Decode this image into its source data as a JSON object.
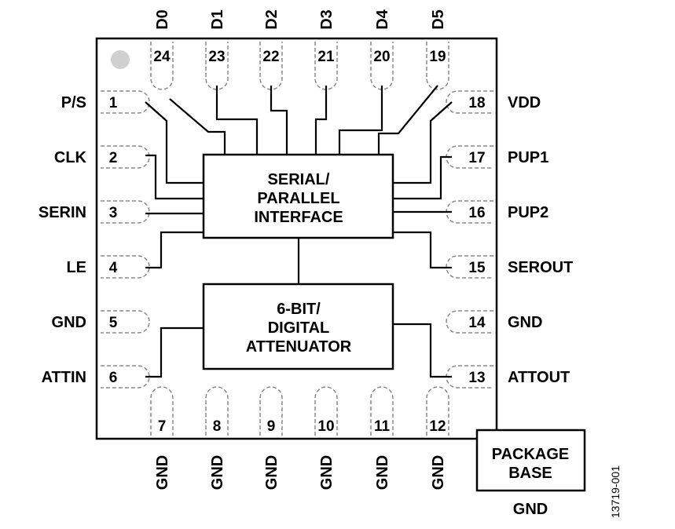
{
  "pins_top": [
    {
      "num": "24",
      "name": "D0"
    },
    {
      "num": "23",
      "name": "D1"
    },
    {
      "num": "22",
      "name": "D2"
    },
    {
      "num": "21",
      "name": "D3"
    },
    {
      "num": "20",
      "name": "D4"
    },
    {
      "num": "19",
      "name": "D5"
    }
  ],
  "pins_left": [
    {
      "num": "1",
      "name": "P/S"
    },
    {
      "num": "2",
      "name": "CLK"
    },
    {
      "num": "3",
      "name": "SERIN"
    },
    {
      "num": "4",
      "name": "LE"
    },
    {
      "num": "5",
      "name": "GND"
    },
    {
      "num": "6",
      "name": "ATTIN"
    }
  ],
  "pins_right": [
    {
      "num": "18",
      "name": "VDD"
    },
    {
      "num": "17",
      "name": "PUP1"
    },
    {
      "num": "16",
      "name": "PUP2"
    },
    {
      "num": "15",
      "name": "SEROUT"
    },
    {
      "num": "14",
      "name": "GND"
    },
    {
      "num": "13",
      "name": "ATTOUT"
    }
  ],
  "pins_bottom": [
    {
      "num": "7",
      "name": "GND"
    },
    {
      "num": "8",
      "name": "GND"
    },
    {
      "num": "9",
      "name": "GND"
    },
    {
      "num": "10",
      "name": "GND"
    },
    {
      "num": "11",
      "name": "GND"
    },
    {
      "num": "12",
      "name": "GND"
    }
  ],
  "blocks": {
    "interface": [
      "SERIAL/",
      "PARALLEL",
      "INTERFACE"
    ],
    "attenuator": [
      "6-BIT/",
      "DIGITAL",
      "ATTENUATOR"
    ]
  },
  "package_base": {
    "lines": [
      "PACKAGE",
      "BASE"
    ],
    "gnd_label": "GND"
  },
  "figure_id": "13719-001"
}
